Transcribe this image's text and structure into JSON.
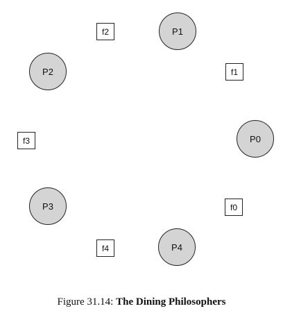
{
  "diagram": {
    "philosophers": {
      "p0": "P0",
      "p1": "P1",
      "p2": "P2",
      "p3": "P3",
      "p4": "P4"
    },
    "forks": {
      "f0": "f0",
      "f1": "f1",
      "f2": "f2",
      "f3": "f3",
      "f4": "f4"
    }
  },
  "caption": {
    "prefix": "Figure 31.14: ",
    "title": "The Dining Philosophers"
  },
  "colors": {
    "philosopher_fill": "#d4d4d4",
    "outline": "#222222",
    "fork_fill": "#ffffff"
  }
}
